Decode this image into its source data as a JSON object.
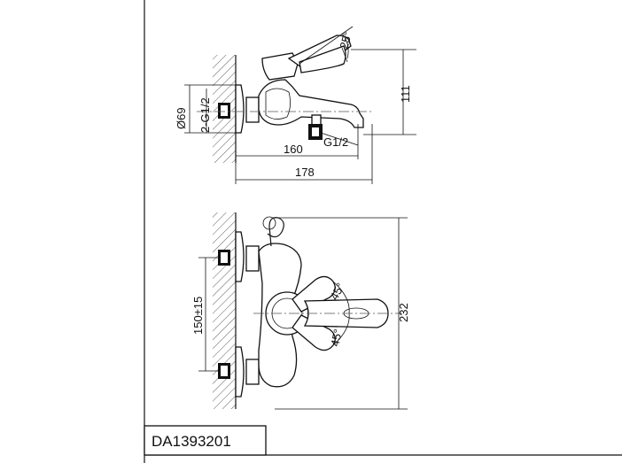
{
  "model_code": "DA1393201",
  "dimensions": {
    "spout_angle": "25°",
    "height_111": "111",
    "diameter": "Ø69",
    "inlet_thread": "2-G1/2",
    "outlet_thread": "G1/2",
    "reach_160": "160",
    "length_178": "178",
    "centers": "150±15",
    "width_232": "232",
    "lever_angle_top": "45°",
    "lever_angle_bottom": "45°"
  }
}
